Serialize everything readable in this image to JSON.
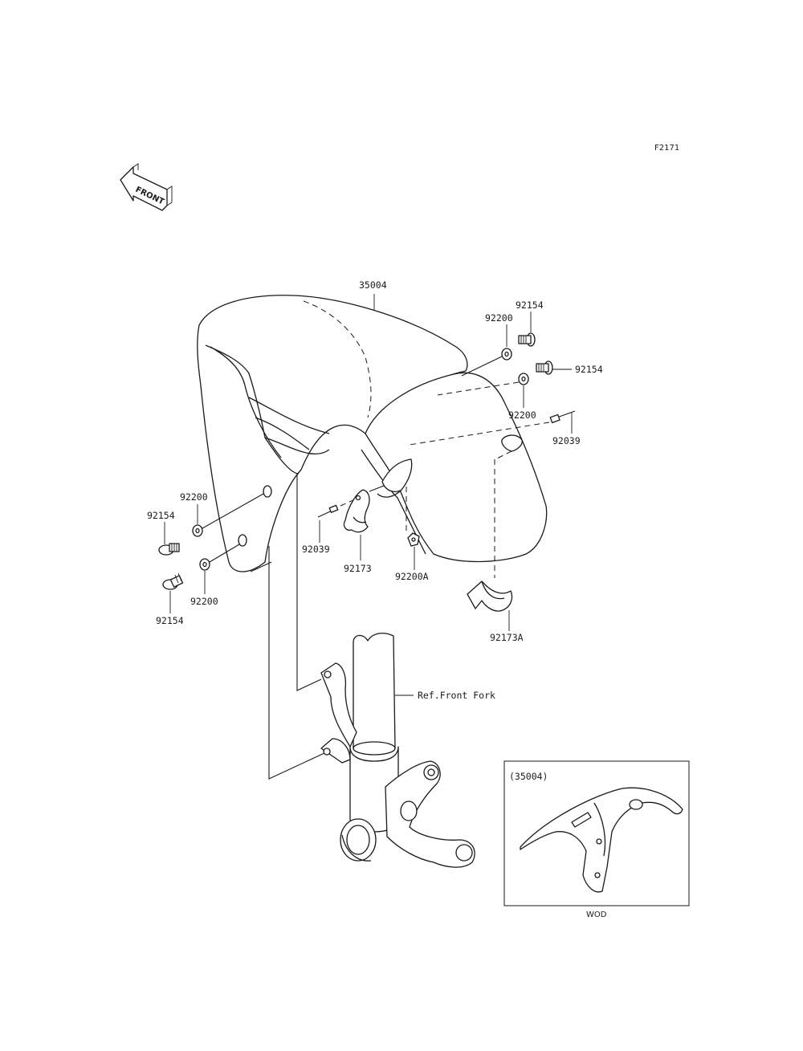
{
  "figure_code": "F2171",
  "front_arrow": {
    "label": "FRONT",
    "icon": "front-direction-arrow-icon"
  },
  "parts": {
    "fender": "35004",
    "bolt_upper_right_a": "92154",
    "washer_upper_right_a": "92200",
    "bolt_upper_right_b": "92154",
    "washer_upper_right_b": "92200",
    "clip_right": "92039",
    "washer_left_a": "92200",
    "bolt_left_a": "92154",
    "washer_left_b": "92200",
    "bolt_left_b": "92154",
    "clip_center": "92039",
    "bracket_center": "92173",
    "washer_center": "92200A",
    "bracket_lower": "92173A"
  },
  "reference": {
    "front_fork": "Ref.Front Fork"
  },
  "inset": {
    "part_ref": "(35004)",
    "caption": "WOD"
  }
}
